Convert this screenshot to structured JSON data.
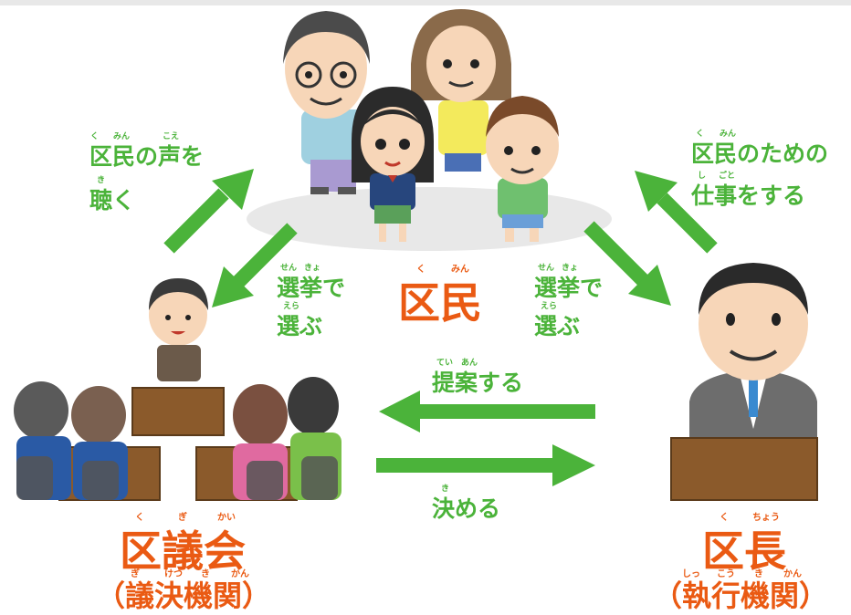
{
  "nodes": {
    "citizens": {
      "title": "区民",
      "reading": [
        "く",
        "みん"
      ]
    },
    "assembly": {
      "title": "区議会",
      "reading": [
        "く",
        "ぎ",
        "かい"
      ],
      "subtitle": "（議決機関）",
      "sub_reading": [
        "ぎ",
        "けつ",
        "き",
        "かん"
      ]
    },
    "mayor": {
      "title": "区長",
      "reading": [
        "く",
        "ちょう"
      ],
      "subtitle": "（執行機関）",
      "sub_reading": [
        "しっ",
        "こう",
        "き",
        "かん"
      ]
    }
  },
  "edges": {
    "listen_line1": "区民の声を",
    "listen_line2": "聴く",
    "listen_ruby1": [
      "く",
      "みん",
      "こえ"
    ],
    "listen_ruby2": "き",
    "elect_left_line1": "選挙で",
    "elect_left_line2": "選ぶ",
    "elect_left_ruby1": [
      "せん",
      "きょ"
    ],
    "elect_left_ruby2": "えら",
    "elect_right_line1": "選挙で",
    "elect_right_line2": "選ぶ",
    "elect_right_ruby1": [
      "せん",
      "きょ"
    ],
    "elect_right_ruby2": "えら",
    "work_line1": "区民のための",
    "work_line2": "仕事をする",
    "work_ruby1": [
      "く",
      "みん"
    ],
    "work_ruby2": [
      "し",
      "ごと"
    ],
    "propose": "提案する",
    "propose_ruby": [
      "てい",
      "あん"
    ],
    "decide": "決める",
    "decide_ruby": "き"
  },
  "colors": {
    "arrow": "#4bb33a",
    "title": "#ea5a13",
    "desk": "#8b5a2b",
    "topbar": "#e8e8e8"
  }
}
